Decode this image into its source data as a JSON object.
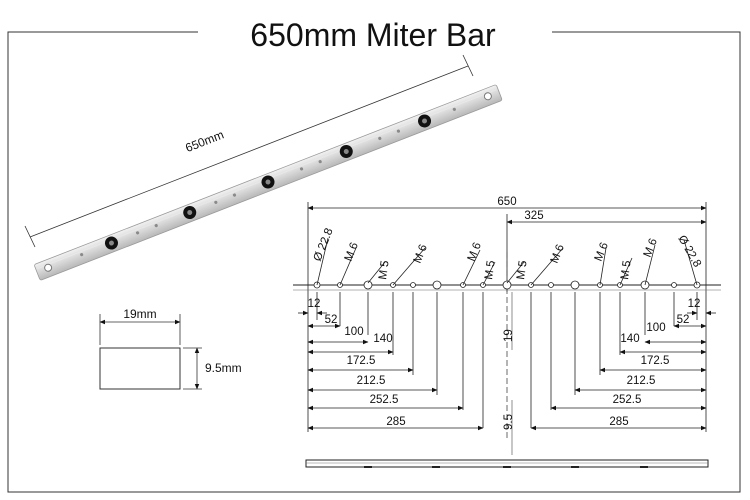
{
  "title": "650mm  Miter Bar",
  "photo": {
    "length_label": "650mm"
  },
  "cross_section": {
    "width_label": "19mm",
    "height_label": "9.5mm"
  },
  "drawing": {
    "overall_length": "650",
    "half_length": "325",
    "hole_callouts": [
      "Ø 22.8",
      "M 6",
      "M 5",
      "M 6",
      "M 6",
      "M 5",
      "M 5",
      "M 6",
      "M 6",
      "M 5",
      "M 6",
      "Ø 22.8"
    ],
    "end_offset": "12",
    "left_dimensions": [
      "52",
      "100",
      "140",
      "172.5",
      "212.5",
      "252.5",
      "285"
    ],
    "right_dimensions": [
      "52",
      "100",
      "140",
      "172.5",
      "212.5",
      "252.5",
      "285"
    ],
    "bar_width": "19",
    "bar_height": "9.5"
  }
}
